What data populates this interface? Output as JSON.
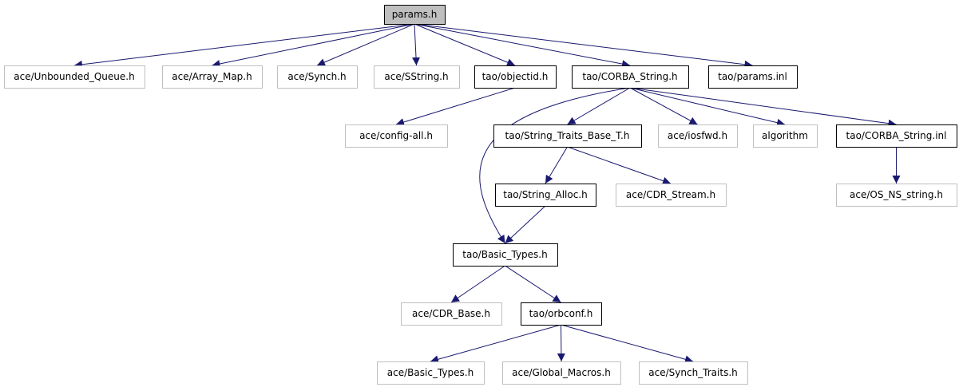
{
  "colors": {
    "edge": "#191970",
    "root_fill": "#bfbfbf",
    "border_dark": "#000000",
    "border_light": "#bfbfbf",
    "text": "#000000"
  },
  "nodes": [
    {
      "id": "params_h",
      "label": "params.h",
      "style": "root"
    },
    {
      "id": "unbounded_queue",
      "label": "ace/Unbounded_Queue.h",
      "style": "external"
    },
    {
      "id": "array_map",
      "label": "ace/Array_Map.h",
      "style": "external"
    },
    {
      "id": "synch",
      "label": "ace/Synch.h",
      "style": "external"
    },
    {
      "id": "sstring",
      "label": "ace/SString.h",
      "style": "external"
    },
    {
      "id": "objectid",
      "label": "tao/objectid.h",
      "style": "documented"
    },
    {
      "id": "corba_string",
      "label": "tao/CORBA_String.h",
      "style": "documented"
    },
    {
      "id": "params_inl",
      "label": "tao/params.inl",
      "style": "documented"
    },
    {
      "id": "config_all",
      "label": "ace/config-all.h",
      "style": "external"
    },
    {
      "id": "string_traits",
      "label": "tao/String_Traits_Base_T.h",
      "style": "documented"
    },
    {
      "id": "iosfwd",
      "label": "ace/iosfwd.h",
      "style": "external"
    },
    {
      "id": "algorithm",
      "label": "algorithm",
      "style": "external"
    },
    {
      "id": "corba_string_inl",
      "label": "tao/CORBA_String.inl",
      "style": "documented"
    },
    {
      "id": "string_alloc",
      "label": "tao/String_Alloc.h",
      "style": "documented"
    },
    {
      "id": "cdr_stream",
      "label": "ace/CDR_Stream.h",
      "style": "external"
    },
    {
      "id": "os_ns_string",
      "label": "ace/OS_NS_string.h",
      "style": "external"
    },
    {
      "id": "basic_types_tao",
      "label": "tao/Basic_Types.h",
      "style": "documented"
    },
    {
      "id": "cdr_base",
      "label": "ace/CDR_Base.h",
      "style": "external"
    },
    {
      "id": "orbconf",
      "label": "tao/orbconf.h",
      "style": "documented"
    },
    {
      "id": "basic_types_ace",
      "label": "ace/Basic_Types.h",
      "style": "external"
    },
    {
      "id": "global_macros",
      "label": "ace/Global_Macros.h",
      "style": "external"
    },
    {
      "id": "synch_traits",
      "label": "ace/Synch_Traits.h",
      "style": "external"
    }
  ],
  "edges": [
    {
      "from": "params_h",
      "to": "unbounded_queue"
    },
    {
      "from": "params_h",
      "to": "array_map"
    },
    {
      "from": "params_h",
      "to": "synch"
    },
    {
      "from": "params_h",
      "to": "sstring"
    },
    {
      "from": "params_h",
      "to": "objectid"
    },
    {
      "from": "params_h",
      "to": "corba_string"
    },
    {
      "from": "params_h",
      "to": "params_inl"
    },
    {
      "from": "objectid",
      "to": "config_all"
    },
    {
      "from": "corba_string",
      "to": "basic_types_tao"
    },
    {
      "from": "corba_string",
      "to": "string_traits"
    },
    {
      "from": "corba_string",
      "to": "iosfwd"
    },
    {
      "from": "corba_string",
      "to": "algorithm"
    },
    {
      "from": "corba_string",
      "to": "corba_string_inl"
    },
    {
      "from": "string_traits",
      "to": "string_alloc"
    },
    {
      "from": "string_traits",
      "to": "cdr_stream"
    },
    {
      "from": "string_alloc",
      "to": "basic_types_tao"
    },
    {
      "from": "corba_string_inl",
      "to": "os_ns_string"
    },
    {
      "from": "basic_types_tao",
      "to": "cdr_base"
    },
    {
      "from": "basic_types_tao",
      "to": "orbconf"
    },
    {
      "from": "orbconf",
      "to": "basic_types_ace"
    },
    {
      "from": "orbconf",
      "to": "global_macros"
    },
    {
      "from": "orbconf",
      "to": "synch_traits"
    }
  ]
}
